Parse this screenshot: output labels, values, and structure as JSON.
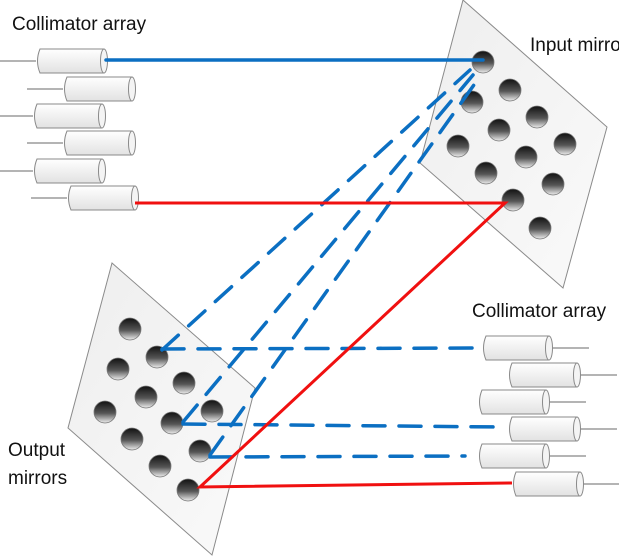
{
  "labels": {
    "collimator_top": "Collimator array",
    "input_mirrors": "Input mirrors",
    "collimator_bottom": "Collimator array",
    "output_mirrors_line1": "Output",
    "output_mirrors_line2": "mirrors"
  },
  "colors": {
    "blue_beam": "#0b6fc2",
    "red_beam": "#f01010"
  }
}
